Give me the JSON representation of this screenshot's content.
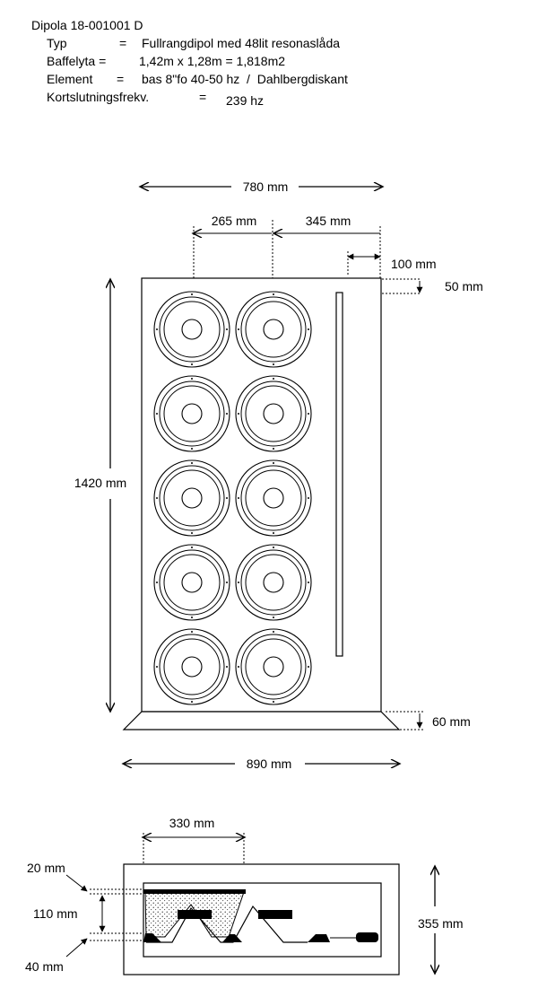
{
  "header": {
    "title": "Dipola 18-001001 D",
    "rows": [
      {
        "label": "Typ",
        "sep": "=",
        "value": "Fullrangdipol med 48lit resonaslåda"
      },
      {
        "label": "Baffelyta =",
        "sep": "",
        "value": "1,42m x 1,28m = 1,818m2"
      },
      {
        "label": "Element",
        "sep": "=",
        "value": "bas 8\"fo 40-50 hz  /  Dahlbergdiskant"
      },
      {
        "label": "Kortslutningsfrekv.",
        "sep": "=",
        "value": "239 hz"
      }
    ]
  },
  "front_view": {
    "dims": {
      "overall_width": "780 mm",
      "col_spacing": "265 mm",
      "right_span": "345 mm",
      "tweeter_offset": "100 mm",
      "top_margin": "50 mm",
      "height": "1420 mm",
      "base_height": "60 mm",
      "base_width": "890 mm"
    },
    "rows": 5,
    "cols": 2
  },
  "section_view": {
    "dims": {
      "width": "330 mm",
      "top_gap": "20 mm",
      "depth": "110 mm",
      "bottom_gap": "40 mm",
      "height": "355 mm"
    }
  }
}
